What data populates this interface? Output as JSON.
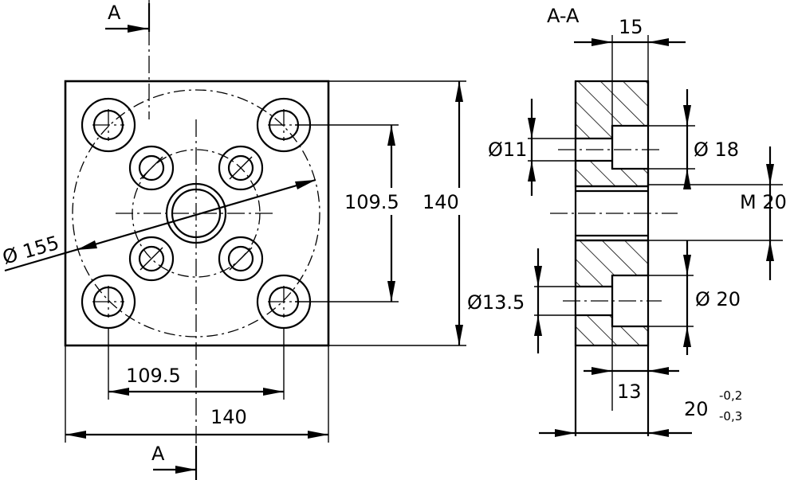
{
  "section_marks": {
    "top_letter": "A",
    "bottom_letter": "A",
    "section_title": "A-A"
  },
  "front_view": {
    "dims": {
      "hole_spacing_vertical": "109.5",
      "height": "140",
      "hole_spacing_horizontal": "109.5",
      "width": "140",
      "pitch_circle": "Ø 155"
    }
  },
  "section_view": {
    "dims": {
      "top_width": "15",
      "upper_small_bore": "Ø11",
      "upper_counterbore": "Ø 18",
      "thread": "M 20",
      "lower_small_bore": "Ø13.5",
      "lower_counterbore": "Ø 20",
      "counterbore_depth": "13",
      "thickness": "20",
      "thickness_tol_upper": "-0,2",
      "thickness_tol_lower": "-0,3"
    }
  },
  "colors": {
    "line": "#000000",
    "background": "#ffffff"
  }
}
